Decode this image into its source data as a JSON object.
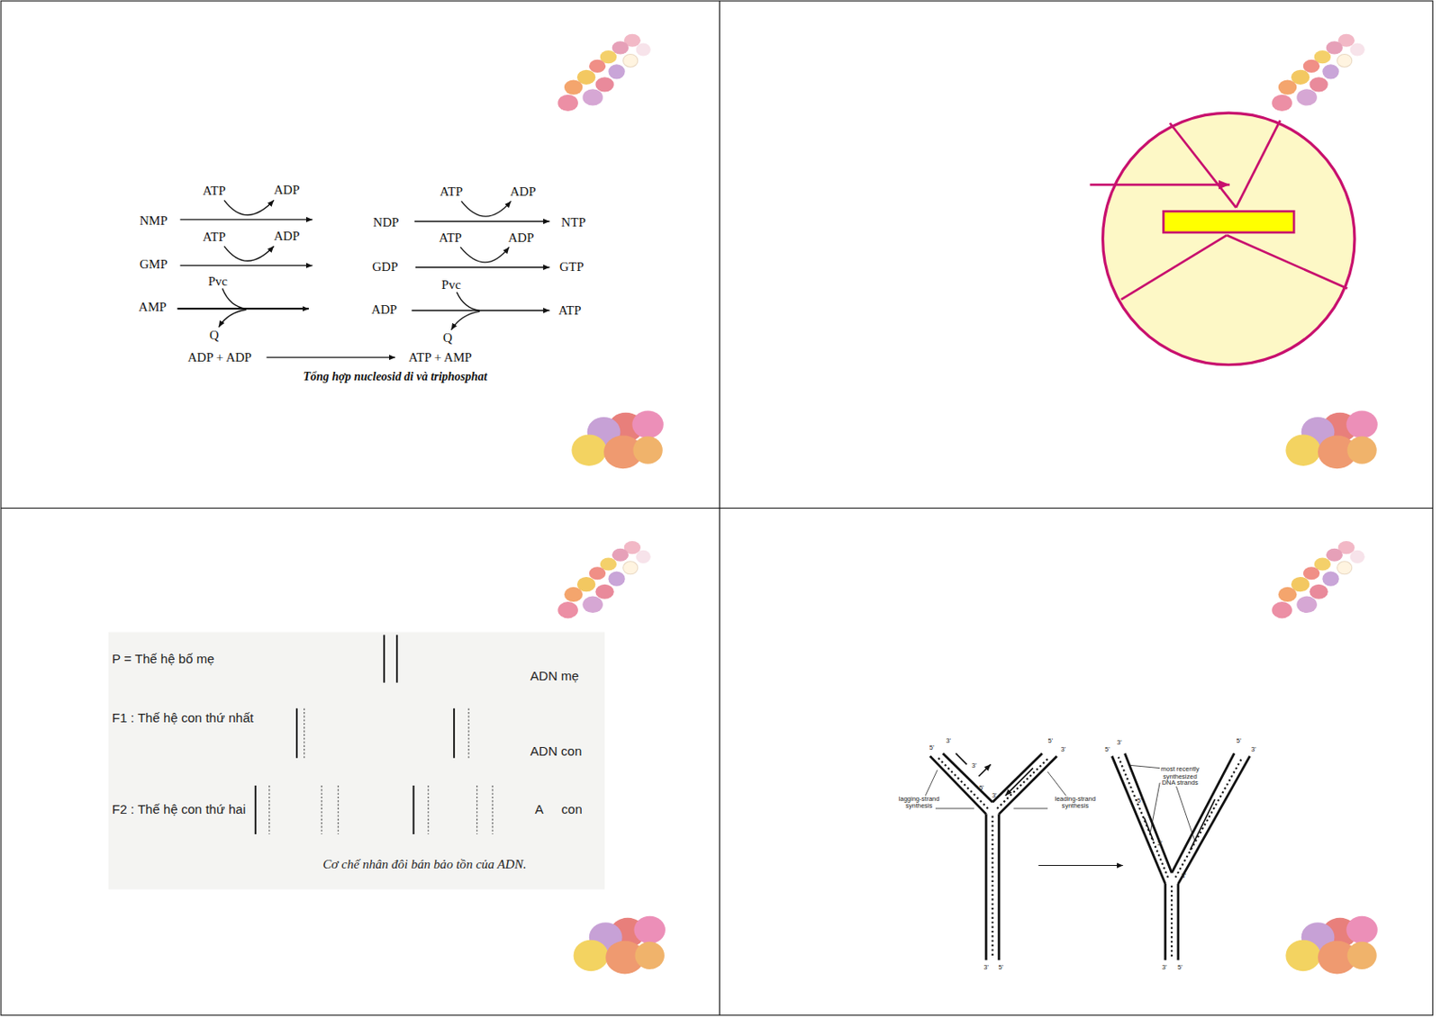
{
  "diagram": {
    "labels": [
      "ATP",
      "ADP",
      "NMP",
      "ATP",
      "ADP",
      "NDP",
      "NTP",
      "ATP",
      "ADP",
      "GMP",
      "ATP",
      "ADP",
      "GDP",
      "GTP",
      "Pvc",
      "AMP",
      "Q",
      "Pvc",
      "ADP",
      "ATP",
      "Q",
      "ADP + ADP",
      "ATP + AMP",
      "Tổng hợp nucleosid di và triphosphat",
      "P = Thế hệ bố mẹ",
      "ADN mẹ",
      "F1 : Thế hệ con thứ nhất",
      "ADN con",
      "F2 : Thế hệ con thứ hai",
      "A",
      "con",
      "Cơ chế nhân đôi bán bảo tồn của ADN.",
      "lagging-strand synthesis",
      "leading-strand synthesis",
      "most recently synthesized DNA strands",
      "5'",
      "3'",
      "3'",
      "5'",
      "3'",
      "5'",
      "3'",
      "3'",
      "5'",
      "3'",
      "5'",
      "5'",
      "3'",
      "5'",
      "3'",
      "3'",
      "3'",
      "5'"
    ]
  }
}
